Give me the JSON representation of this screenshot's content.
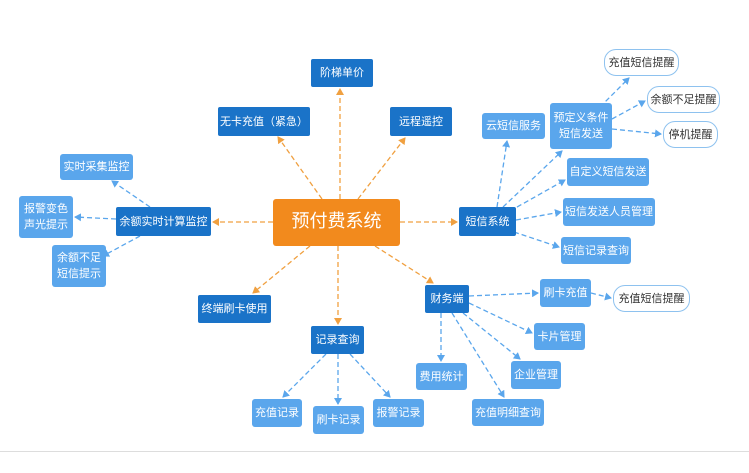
{
  "diagram": {
    "central": {
      "label": "预付费系统"
    },
    "branches": {
      "tiered_price": {
        "label": "阶梯单价"
      },
      "cardless_recharge": {
        "label": "无卡充值（紧急）"
      },
      "remote_control": {
        "label": "远程遥控"
      },
      "balance_monitor": {
        "label": "余额实时计算监控",
        "children": [
          {
            "label": "实时采集监控"
          },
          {
            "label": "报警变色\n声光提示"
          },
          {
            "label": "余额不足\n短信提示"
          }
        ]
      },
      "terminal_card": {
        "label": "终端刷卡使用"
      },
      "records": {
        "label": "记录查询",
        "children": [
          {
            "label": "充值记录"
          },
          {
            "label": "刷卡记录"
          },
          {
            "label": "报警记录"
          }
        ]
      },
      "sms": {
        "label": "短信系统",
        "children": [
          {
            "label": "云短信服务"
          },
          {
            "label": "预定义条件\n短信发送"
          },
          {
            "label": "自定义短信发送"
          },
          {
            "label": "短信发送人员管理"
          },
          {
            "label": "短信记录查询"
          }
        ],
        "predefined_children": [
          {
            "label": "充值短信提醒"
          },
          {
            "label": "余额不足提醒"
          },
          {
            "label": "停机提醒"
          }
        ]
      },
      "finance": {
        "label": "财务端",
        "children": [
          {
            "label": "刷卡充值"
          },
          {
            "label": "卡片管理"
          },
          {
            "label": "企业管理"
          },
          {
            "label": "充值明细查询"
          },
          {
            "label": "费用统计"
          }
        ],
        "card_recharge_children": [
          {
            "label": "充值短信提醒"
          }
        ]
      }
    },
    "colors": {
      "central": "#f28a1d",
      "primary": "#1a73c8",
      "secondary": "#5aa6ec",
      "tertiary_border": "#8ec2ef",
      "primary_connector": "#f0a040",
      "secondary_connector": "#5aa6ec"
    }
  }
}
